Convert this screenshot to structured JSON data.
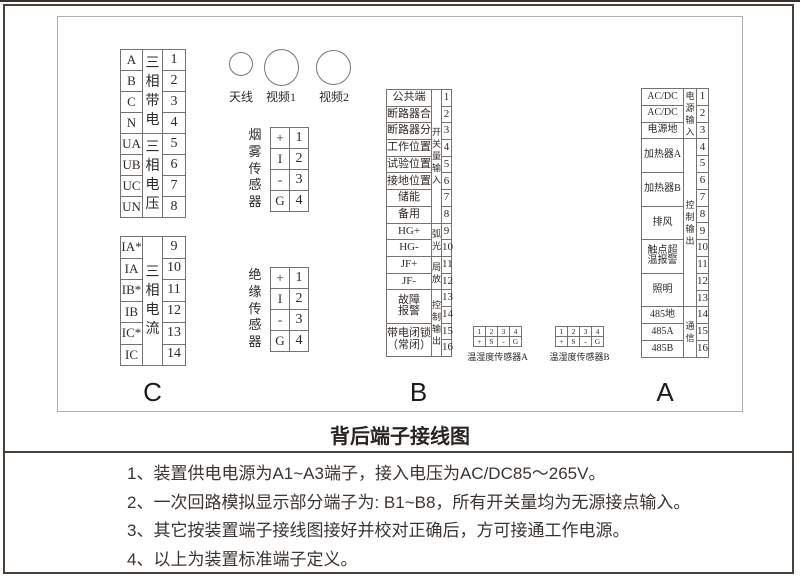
{
  "colors": {
    "ink": "#2f2a27",
    "frame": "#474139",
    "grid": "#77726c"
  },
  "diagram": {
    "title": "背后端子接线图",
    "antenna_label": "天线",
    "video1_label": "视频1",
    "video2_label": "视频2",
    "c_letter": "C",
    "b_letter": "B",
    "a_letter": "A",
    "c_top": {
      "labels": [
        "A",
        "B",
        "C",
        "N",
        "UA",
        "UB",
        "UC",
        "UN"
      ],
      "group1": "三相带电",
      "group2": "三相电压",
      "nums": [
        "1",
        "2",
        "3",
        "4",
        "5",
        "6",
        "7",
        "8"
      ]
    },
    "c_bottom": {
      "labels": [
        "IA*",
        "IA",
        "IB*",
        "IB",
        "IC*",
        "IC"
      ],
      "group": "三相电流",
      "nums": [
        "9",
        "10",
        "11",
        "12",
        "13",
        "14"
      ]
    },
    "smoke_sensor": {
      "name": "烟雾传感器",
      "pins": [
        "+",
        "I",
        "-",
        "G"
      ],
      "nums": [
        "1",
        "2",
        "3",
        "4"
      ]
    },
    "insulation_sensor": {
      "name": "绝缘传感器",
      "pins": [
        "+",
        "I",
        "-",
        "G"
      ],
      "nums": [
        "1",
        "2",
        "3",
        "4"
      ]
    },
    "b_block": {
      "labels": [
        "公共端",
        "断路器合",
        "断路器分",
        "工作位置",
        "试验位置",
        "接地位置",
        "储能",
        "备用",
        "HG+",
        "HG-",
        "JF+",
        "JF-",
        "故障\n报警",
        "带电闭锁\n（常闭）"
      ],
      "groups": {
        "switch_input": "开关量输入",
        "arc": "弧光",
        "pd": "局放",
        "ctrl_out": "控制输出"
      },
      "nums": [
        "1",
        "2",
        "3",
        "4",
        "5",
        "6",
        "7",
        "8",
        "9",
        "10",
        "11",
        "12",
        "13",
        "14",
        "15",
        "16"
      ]
    },
    "a_block": {
      "labels": [
        "AC/DC",
        "AC/DC",
        "电源地",
        "加热器A",
        "加热器B",
        "排风",
        "触点超\n温报警",
        "照明",
        "485地",
        "485A",
        "485B"
      ],
      "groups": {
        "power_in": "电源输入",
        "ctrl_out": "控制输出",
        "comm": "通信"
      },
      "nums": [
        "1",
        "2",
        "3",
        "4",
        "5",
        "6",
        "7",
        "8",
        "9",
        "10",
        "11",
        "12",
        "13",
        "14",
        "15",
        "16"
      ]
    },
    "temp_sensor_a": {
      "name": "温湿度传感器A",
      "nums": [
        "1",
        "2",
        "3",
        "4"
      ],
      "pins": [
        "+",
        "S",
        "-",
        "G"
      ]
    },
    "temp_sensor_b": {
      "name": "温湿度传感器B",
      "nums": [
        "1",
        "2",
        "3",
        "4"
      ],
      "pins": [
        "+",
        "S",
        "-",
        "G"
      ]
    }
  },
  "notes": [
    "1、装置供电电源为A1~A3端子，接入电压为AC/DC85～265V。",
    "2、一次回路模拟显示部分端子为: B1~B8，所有开关量均为无源接点输入。",
    "3、其它按装置端子接线图接好并校对正确后，方可接通工作电源。",
    "4、以上为装置标准端子定义。"
  ]
}
